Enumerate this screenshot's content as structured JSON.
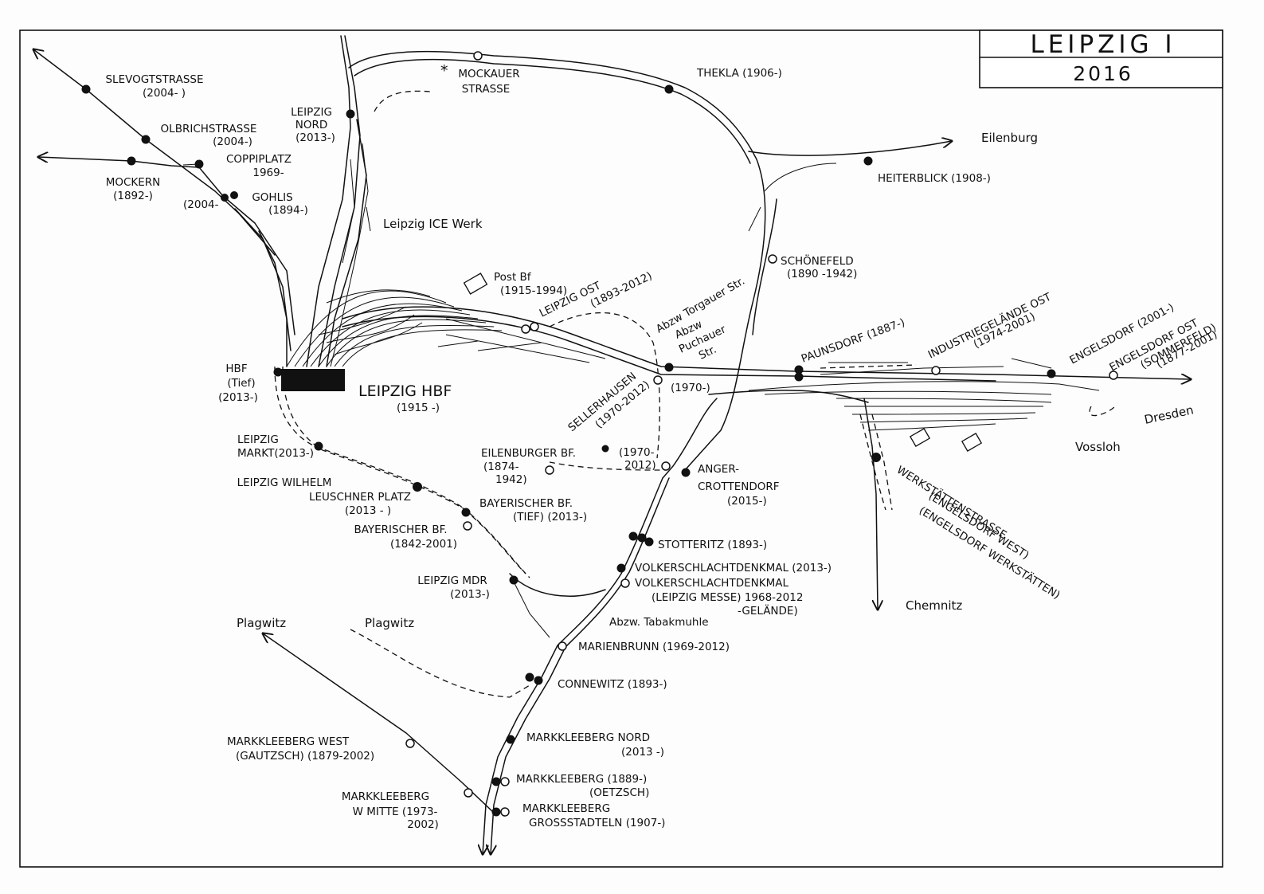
{
  "title": {
    "name": "LEIPZIG I",
    "year": "2016"
  },
  "stations": [
    {
      "key": "slevogt",
      "lines": [
        "SLEVOGTSTRASSE",
        "(2004- )"
      ]
    },
    {
      "key": "olbrich",
      "lines": [
        "OLBRICHSTRASSE",
        "(2004-)"
      ]
    },
    {
      "key": "coppi",
      "lines": [
        "COPPIPLATZ",
        "1969-"
      ]
    },
    {
      "key": "mockern",
      "lines": [
        "MOCKERN",
        "(1892-)"
      ]
    },
    {
      "key": "gohlis",
      "lines": [
        "GOHLIS",
        "(1894-)"
      ]
    },
    {
      "key": "gohlis2004",
      "lines": [
        "(2004-"
      ]
    },
    {
      "key": "nord",
      "lines": [
        "LEIPZIG",
        "NORD",
        "(2013-)"
      ]
    },
    {
      "key": "mockauer",
      "lines": [
        "MOCKAUER",
        "STRASSE"
      ]
    },
    {
      "key": "thekla",
      "lines": [
        "THEKLA (1906-)"
      ]
    },
    {
      "key": "heiterblick",
      "lines": [
        "HEITERBLICK (1908-)"
      ]
    },
    {
      "key": "schoenefeld",
      "lines": [
        "SCHÖNEFELD",
        "(1890 -1942)"
      ]
    },
    {
      "key": "ostbf",
      "lines": [
        "LEIPZIG OST",
        "(1893-2012)"
      ]
    },
    {
      "key": "postbf",
      "lines": [
        "Post Bf",
        "(1915-1994)"
      ]
    },
    {
      "key": "abzwtorgauer",
      "lines": [
        "Abzw Torgauer Str."
      ]
    },
    {
      "key": "abzwpuchauer",
      "lines": [
        "Abzw",
        "Puchauer",
        "Str."
      ]
    },
    {
      "key": "sellerhausen",
      "lines": [
        "SELLERHAUSEN",
        "(1970-2012)"
      ]
    },
    {
      "key": "sellerhausen1970",
      "lines": [
        "(1970-)"
      ]
    },
    {
      "key": "paunsdorf",
      "lines": [
        "PAUNSDORF (1887-)"
      ]
    },
    {
      "key": "industrie",
      "lines": [
        "INDUSTRIEGELÄNDE OST",
        "(1974-2001)"
      ]
    },
    {
      "key": "engelsdorf",
      "lines": [
        "ENGELSDORF (2001-)"
      ]
    },
    {
      "key": "engelsdorfost",
      "lines": [
        "ENGELSDORF OST",
        "(SOMMERFELD)",
        "(1877-2001)"
      ]
    },
    {
      "key": "hbftief",
      "lines": [
        "HBF",
        "(Tief)",
        "(2013-)"
      ]
    },
    {
      "key": "hbf",
      "lines": [
        "LEIPZIG HBF",
        "(1915 -)"
      ]
    },
    {
      "key": "markt",
      "lines": [
        "LEIPZIG",
        "MARKT(2013-)"
      ]
    },
    {
      "key": "wilhelm",
      "lines": [
        "LEIPZIG WILHELM",
        "LEUSCHNER PLATZ",
        "(2013 - )"
      ]
    },
    {
      "key": "bayerischtief",
      "lines": [
        "BAYERISCHER BF.",
        "(TIEF) (2013-)"
      ]
    },
    {
      "key": "bayerischalt",
      "lines": [
        "BAYERISCHER BF.",
        "(1842-2001)"
      ]
    },
    {
      "key": "eilenburgerbf",
      "lines": [
        "EILENBURGER BF.",
        "(1874-",
        "1942)"
      ]
    },
    {
      "key": "eilenburgerbf2",
      "lines": [
        "(1970-",
        "2012)"
      ]
    },
    {
      "key": "anger",
      "lines": [
        "ANGER-",
        "CROTTENDORF",
        "(2015-)"
      ]
    },
    {
      "key": "stotteritz",
      "lines": [
        "STOTTERITZ (1893-)"
      ]
    },
    {
      "key": "voelker1",
      "lines": [
        "VOLKERSCHLACHTDENKMAL (2013-)"
      ]
    },
    {
      "key": "voelker2",
      "lines": [
        "VOLKERSCHLACHTDENKMAL",
        "(LEIPZIG MESSE) 1968-2012",
        "-GELÄNDE)"
      ]
    },
    {
      "key": "mdr",
      "lines": [
        "LEIPZIG MDR",
        "(2013-)"
      ]
    },
    {
      "key": "tabakmuehle",
      "lines": [
        "Abzw. Tabakmuhle"
      ]
    },
    {
      "key": "marienbrunn",
      "lines": [
        "MARIENBRUNN (1969-2012)"
      ]
    },
    {
      "key": "connewitz",
      "lines": [
        "CONNEWITZ (1893-)"
      ]
    },
    {
      "key": "mkbnord",
      "lines": [
        "MARKKLEEBERG NORD",
        "(2013 -)"
      ]
    },
    {
      "key": "mkb",
      "lines": [
        "MARKKLEEBERG (1889-)",
        "(OETZSCH)"
      ]
    },
    {
      "key": "mkbgross",
      "lines": [
        "MARKKLEEBERG",
        "GROSSSTADTELN (1907-)"
      ]
    },
    {
      "key": "mkbwest",
      "lines": [
        "MARKKLEEBERG WEST",
        "(GAUTZSCH)   (1879-2002)"
      ]
    },
    {
      "key": "mkbmitte",
      "lines": [
        "MARKKLEEBERG",
        "W MITTE (1973-",
        "2002)"
      ]
    },
    {
      "key": "werkstaetten",
      "lines": [
        "WERKSTÄTTENSTRASSE",
        "(ENGELSDORF WEST)",
        "(ENGELSDORF WERKSTÄTTEN)"
      ]
    }
  ],
  "places": {
    "ice_werk": "Leipzig ICE Werk",
    "eilenburg": "Eilenburg",
    "dresden": "Dresden",
    "vossloh": "Vossloh",
    "chemnitz": "Chemnitz",
    "plagwitz1": "Plagwitz",
    "plagwitz2": "Plagwitz"
  }
}
